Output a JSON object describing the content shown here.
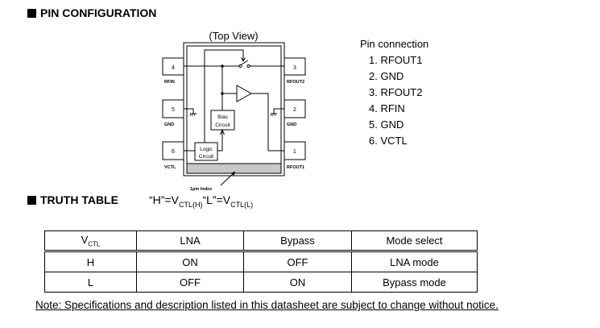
{
  "pin_configuration": {
    "heading": "PIN CONFIGURATION",
    "view_label": "(Top View)",
    "pin_index_label": "1pin Index",
    "pins_left": [
      {
        "number": "4",
        "name": "RFIN"
      },
      {
        "number": "5",
        "name": "GND"
      },
      {
        "number": "6",
        "name": "VCTL"
      }
    ],
    "pins_right": [
      {
        "number": "3",
        "name": "RFOUT2"
      },
      {
        "number": "2",
        "name": "GND"
      },
      {
        "number": "1",
        "name": "RFOUT1"
      }
    ],
    "blocks": {
      "bias_line1": "Bias",
      "bias_line2": "Circuit",
      "logic_line1": "Logic",
      "logic_line2": "Circuit"
    },
    "pin_connection": {
      "title": "Pin connection",
      "items": [
        "1. RFOUT1",
        "2. GND",
        "3. RFOUT2",
        "4. RFIN",
        "5. GND",
        "6. VCTL"
      ]
    }
  },
  "truth_table": {
    "heading": "TRUTH TABLE",
    "equation": {
      "h_label": "“H”=V",
      "h_sub": "CTL(H)",
      "l_label": "“L”=V",
      "l_sub": "CTL(L)"
    },
    "header": {
      "vctl_main": "V",
      "vctl_sub": "CTL",
      "lna": "LNA",
      "bypass": "Bypass",
      "mode": "Mode select"
    },
    "rows": [
      {
        "vctl": "H",
        "lna": "ON",
        "bypass": "OFF",
        "mode": "LNA mode"
      },
      {
        "vctl": "L",
        "lna": "OFF",
        "bypass": "ON",
        "mode": "Bypass mode"
      }
    ]
  },
  "note": "Note: Specifications and description listed in this datasheet are subject to change without notice."
}
